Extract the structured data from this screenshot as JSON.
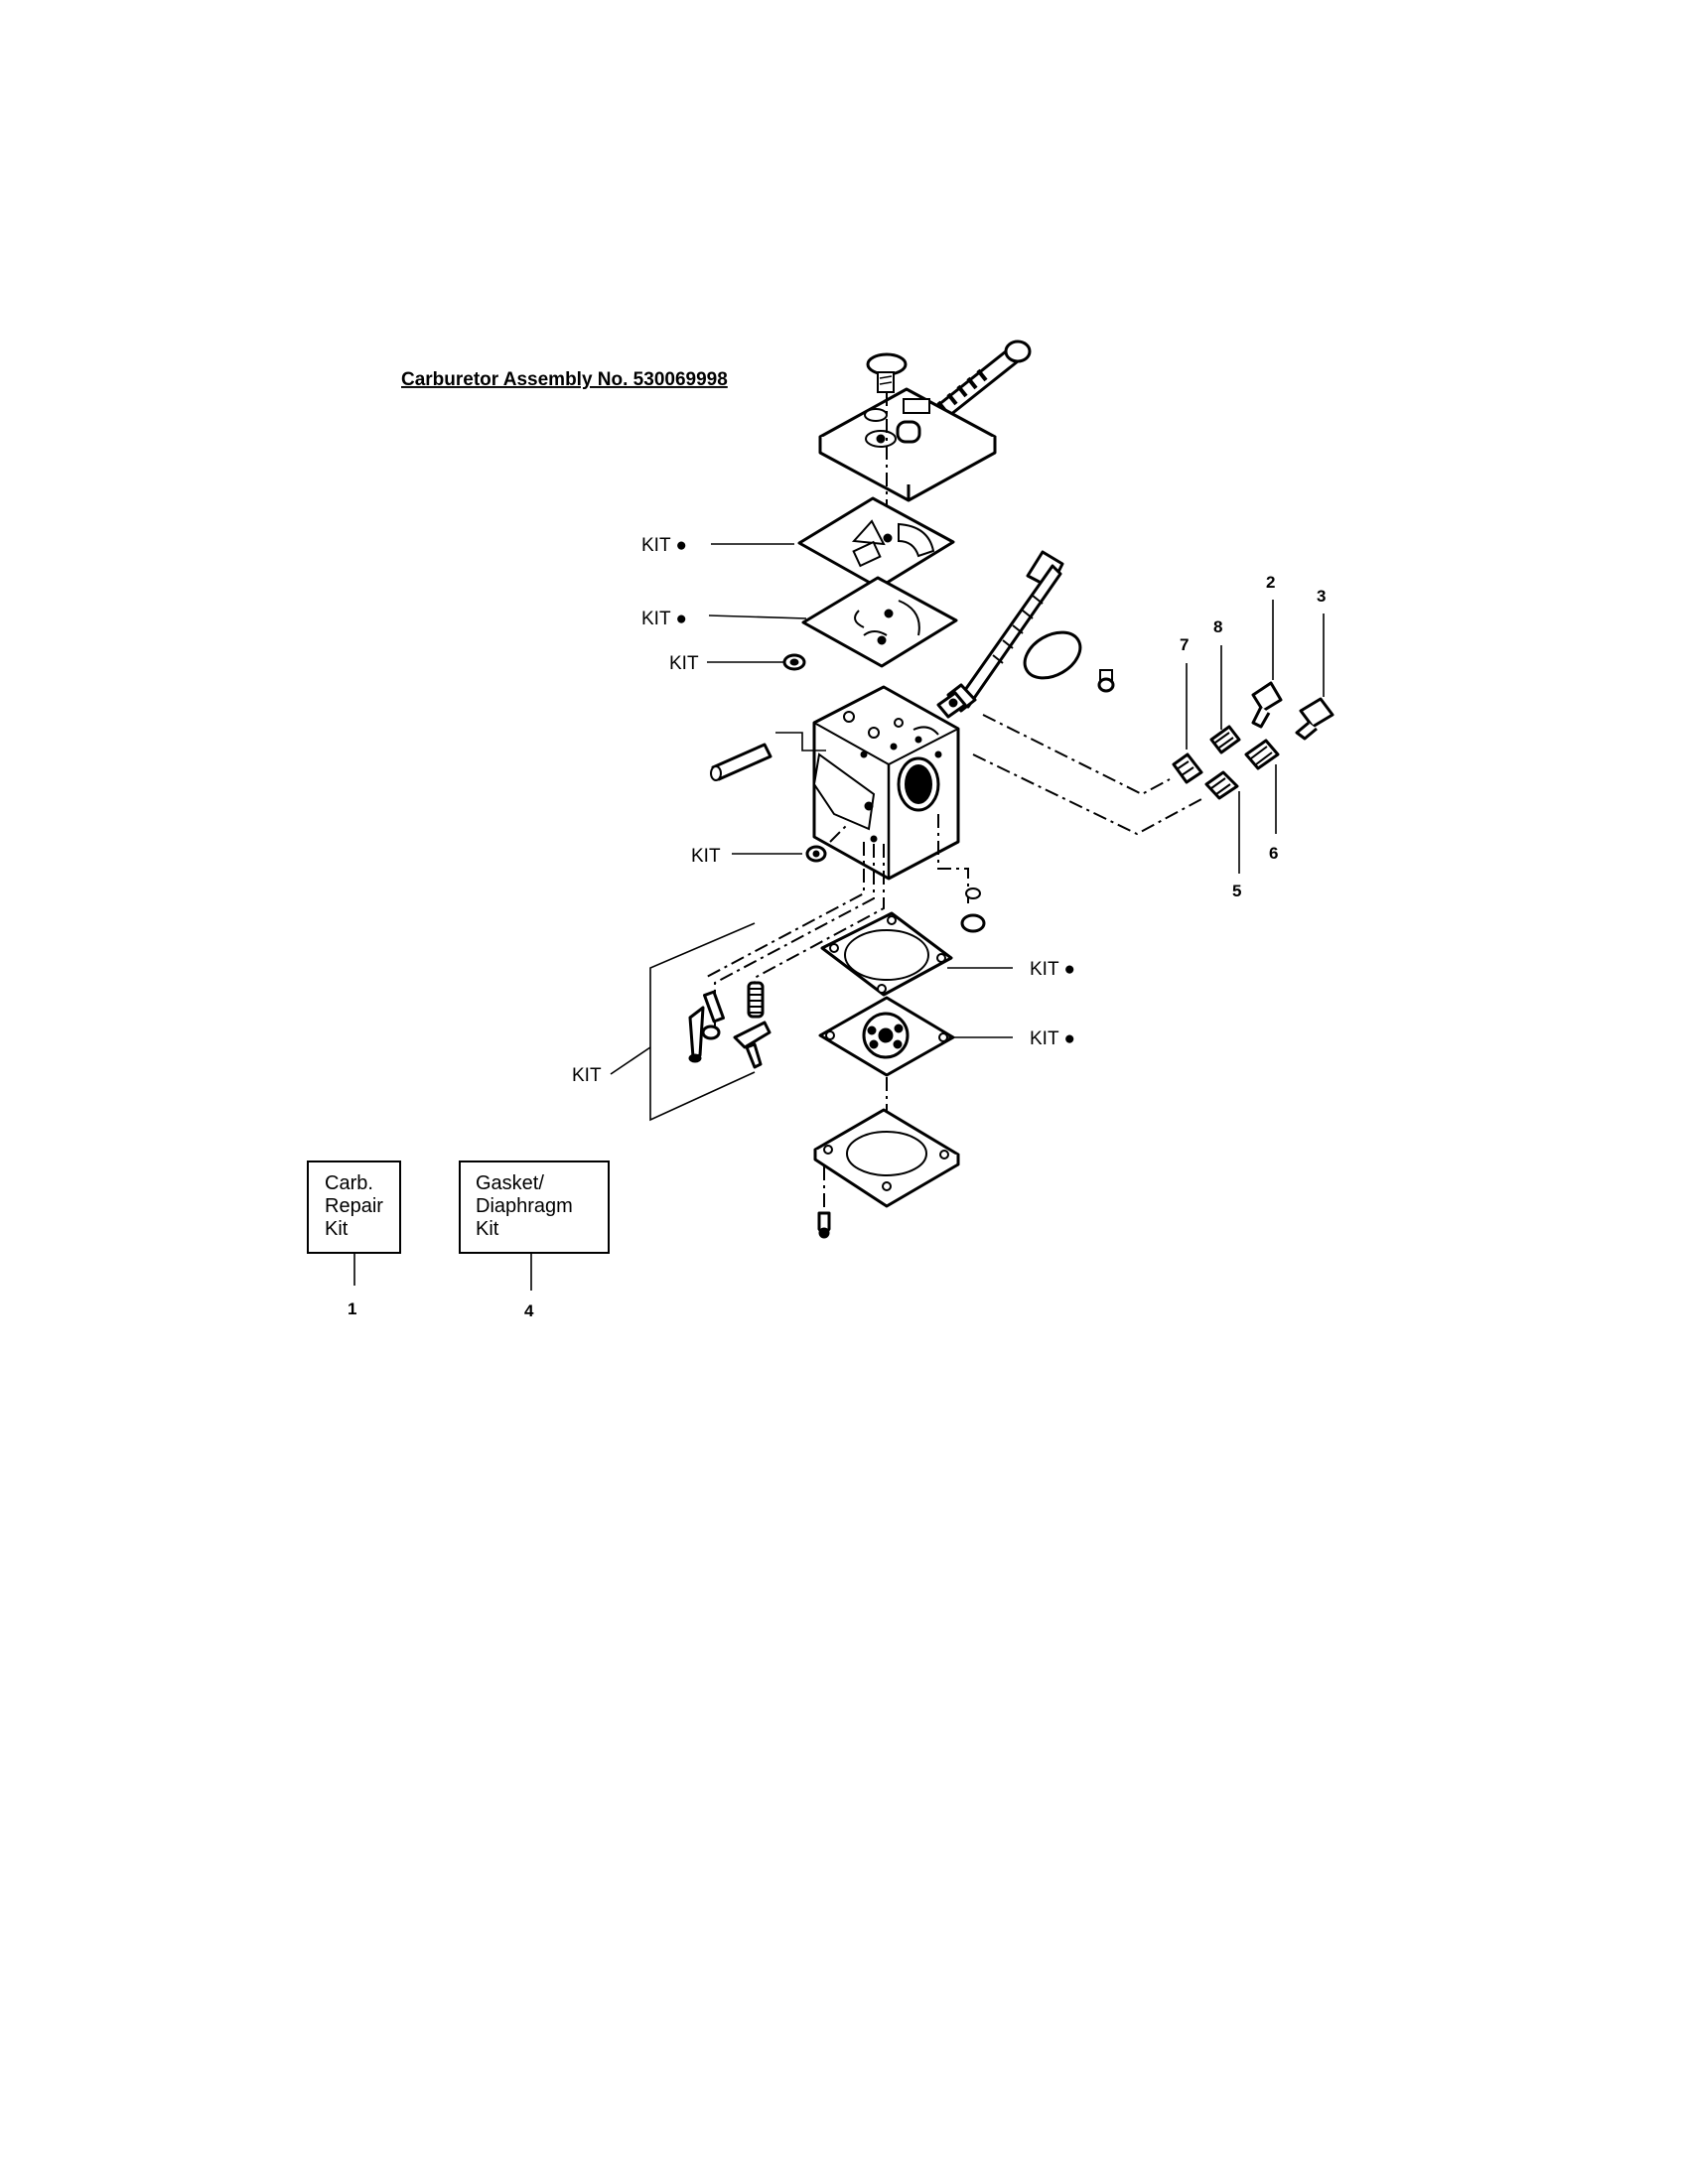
{
  "title": "Carburetor Assembly No. 530069998",
  "kit_label": "KIT",
  "kit_bullet": "●",
  "kit_boxes": [
    {
      "lines": [
        "Carb.",
        "Repair",
        "Kit"
      ],
      "ref": "1"
    },
    {
      "lines": [
        "Gasket/",
        "Diaphragm",
        "Kit"
      ],
      "ref": "4"
    }
  ],
  "callouts": [
    "2",
    "3",
    "5",
    "6",
    "7",
    "8"
  ]
}
